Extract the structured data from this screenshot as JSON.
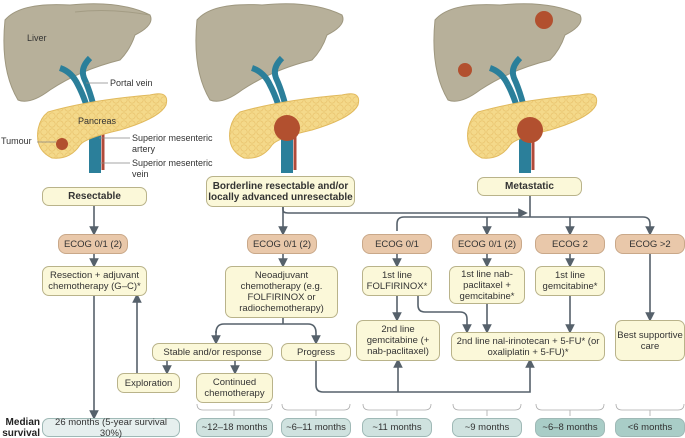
{
  "anatomy_labels": {
    "liver": "Liver",
    "portal_vein": "Portal vein",
    "pancreas": "Pancreas",
    "tumour": "Tumour",
    "sma": "Superior mesenteric artery",
    "smv": "Superior mesenteric vein"
  },
  "stages": {
    "resectable": "Resectable",
    "borderline": "Borderline resectable and/or locally advanced unresectable",
    "metastatic": "Metastatic"
  },
  "ecog": {
    "resectable": "ECOG 0/1 (2)",
    "borderline": "ECOG 0/1 (2)",
    "met_a": "ECOG 0/1",
    "met_b": "ECOG 0/1 (2)",
    "met_c": "ECOG 2",
    "met_d": "ECOG >2"
  },
  "treatments": {
    "resection": "Resection + adjuvant chemotherapy (G–C)*",
    "neoadjuvant": "Neoadjuvant chemotherapy (e.g. FOLFIRINOX or radiochemotherapy)",
    "folfirinox": "1st line FOLFIRINOX*",
    "nab_gem": "1st line nab-paclitaxel + gemcitabine*",
    "gem": "1st line gemcitabine*",
    "stable": "Stable and/or response",
    "progress": "Progress",
    "second_gem": "2nd line gemcitabine (+ nab-paclitaxel)",
    "second_nal": "2nd  line nal-irinotecan + 5-FU* (or oxaliplatin + 5-FU)*",
    "bsc": "Best supportive care",
    "exploration": "Exploration",
    "continued": "Continued chemotherapy"
  },
  "median_survival": {
    "label": "Median survival",
    "values": [
      "26 months (5-year survival 30%)",
      "~12–18 months",
      "~6–11 months",
      "~11 months",
      "~9 months",
      "~6–8 months",
      "<6 months"
    ]
  },
  "colors": {
    "stage_box": "#fbf8d9",
    "ecog_box": "#e9c8aa",
    "survival_shades": [
      "#e6efee",
      "#cfe2df",
      "#cfe2df",
      "#cfe2df",
      "#cfe2df",
      "#a9cdc7",
      "#a9cdc7"
    ],
    "arrow": "#56616b",
    "liver": "#b7b09a",
    "pancreas": "#f4d98a",
    "vein": "#2b7f9a",
    "artery": "#b04a3a",
    "tumour": "#b2502f"
  }
}
